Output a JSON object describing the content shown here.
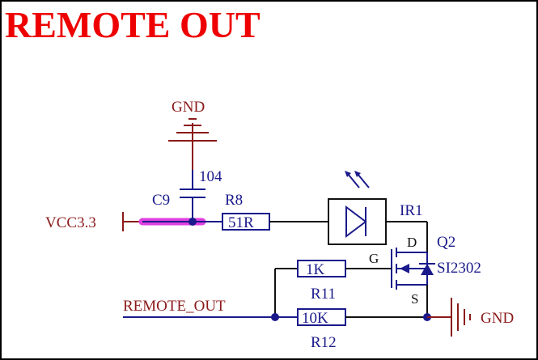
{
  "title": "REMOTE OUT",
  "net_labels": {
    "gnd_top": "GND",
    "gnd_right": "GND",
    "vcc": "VCC3.3",
    "remote_out": "REMOTE_OUT"
  },
  "components": {
    "c9": {
      "ref": "C9",
      "value": "104"
    },
    "r8": {
      "ref": "R8",
      "value": "51R"
    },
    "ir1": {
      "ref": "IR1"
    },
    "q2": {
      "ref": "Q2",
      "value": "SI2302",
      "pin_d": "D",
      "pin_g": "G",
      "pin_s": "S"
    },
    "r11": {
      "ref": "R11",
      "value": "1K"
    },
    "r12": {
      "ref": "R12",
      "value": "10K"
    }
  },
  "colors": {
    "title": "#ee0000",
    "net_label": "#8b1a1a",
    "component": "#1a1a8c",
    "highlight": "#e040e0",
    "border": "#000000"
  }
}
